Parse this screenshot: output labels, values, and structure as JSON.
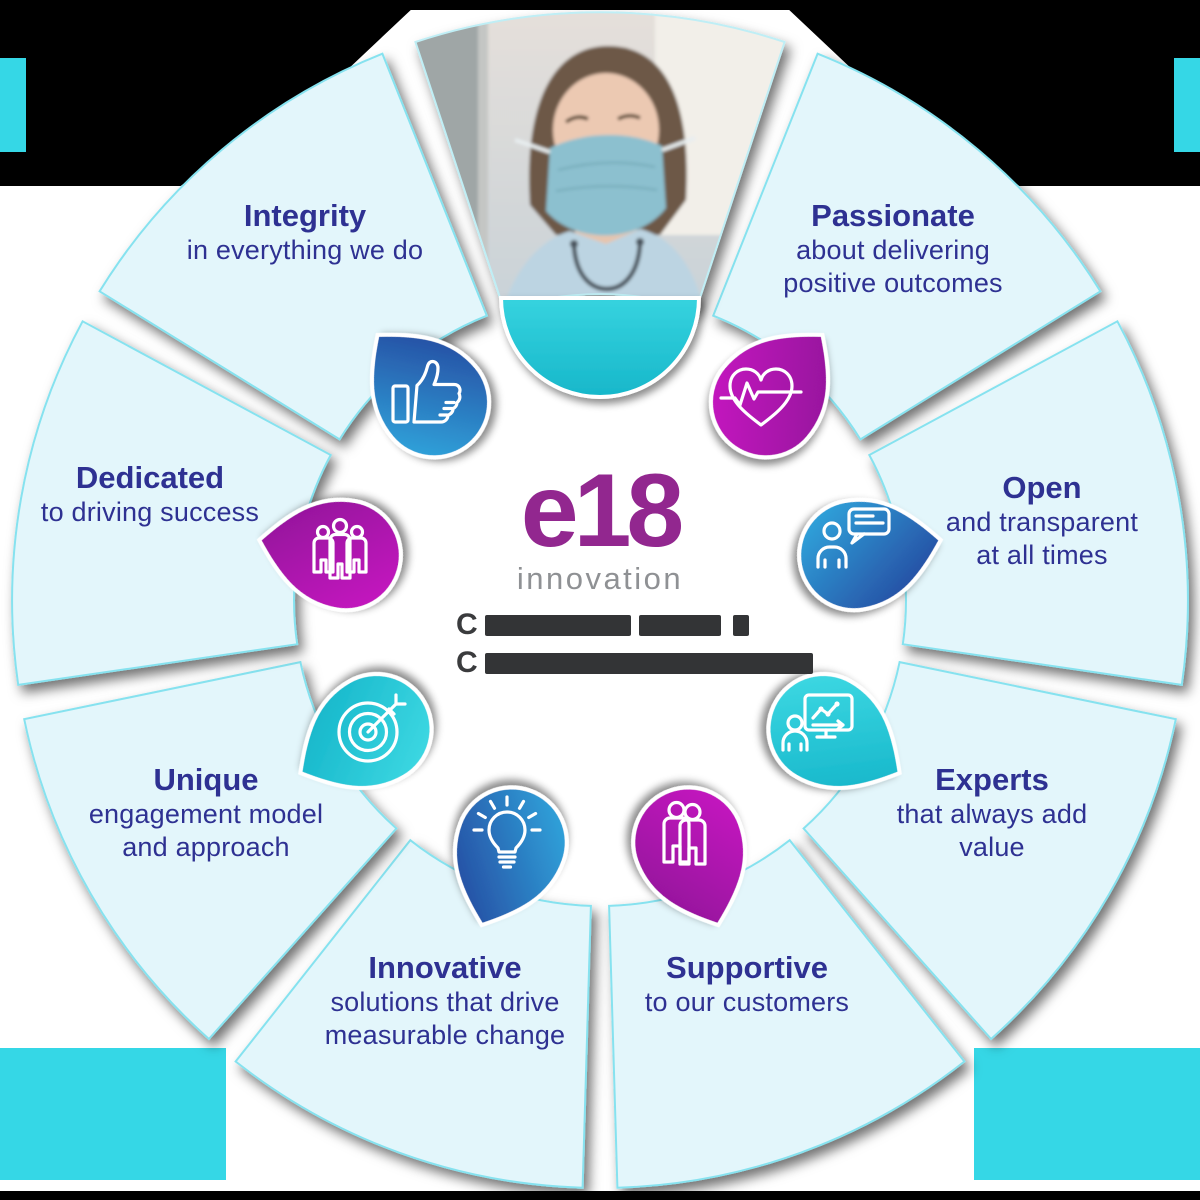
{
  "center": {
    "logo_text": "e18",
    "logo_subtext": "innovation",
    "tagline": {
      "redacted": true,
      "line1_visible": "C",
      "line2_visible": "C"
    }
  },
  "photo_segment": {
    "alt": "healthcare worker wearing a surgical mask"
  },
  "segments": [
    {
      "id": "integrity",
      "title": "Integrity",
      "lines": [
        "in everything we do"
      ],
      "icon": "thumbs-up-icon",
      "petal_color": "blue"
    },
    {
      "id": "passionate",
      "title": "Passionate",
      "lines": [
        "about delivering",
        "positive outcomes"
      ],
      "icon": "heart-pulse-icon",
      "petal_color": "magenta"
    },
    {
      "id": "open",
      "title": "Open",
      "lines": [
        "and transparent",
        "at all times"
      ],
      "icon": "person-chat-icon",
      "petal_color": "blue"
    },
    {
      "id": "experts",
      "title": "Experts",
      "lines": [
        "that always add",
        "value"
      ],
      "icon": "presentation-chart-icon",
      "petal_color": "teal"
    },
    {
      "id": "supportive",
      "title": "Supportive",
      "lines": [
        "to our customers"
      ],
      "icon": "two-people-icon",
      "petal_color": "magenta"
    },
    {
      "id": "innovative",
      "title": "Innovative",
      "lines": [
        "solutions that drive",
        "measurable change"
      ],
      "icon": "lightbulb-icon",
      "petal_color": "blue"
    },
    {
      "id": "unique",
      "title": "Unique",
      "lines": [
        "engagement model",
        "and approach"
      ],
      "icon": "target-arrow-icon",
      "petal_color": "teal"
    },
    {
      "id": "dedicated",
      "title": "Dedicated",
      "lines": [
        "to driving success"
      ],
      "icon": "three-people-icon",
      "petal_color": "magenta"
    }
  ],
  "colors": {
    "sector_fill": "#e3f6fb",
    "sector_border": "#86e2ef",
    "text_indigo": "#2e3192",
    "logo_purple": "#92278f",
    "subtext_gray": "#8f9194",
    "petal_blue_start": "#31b0e3",
    "petal_blue_end": "#243a96",
    "petal_magenta_start": "#cb17c4",
    "petal_magenta_end": "#8b1095",
    "petal_teal_start": "#43dde6",
    "petal_teal_end": "#0dafc5",
    "accent_teal": "#35d7e6",
    "background_black": "#000000"
  }
}
